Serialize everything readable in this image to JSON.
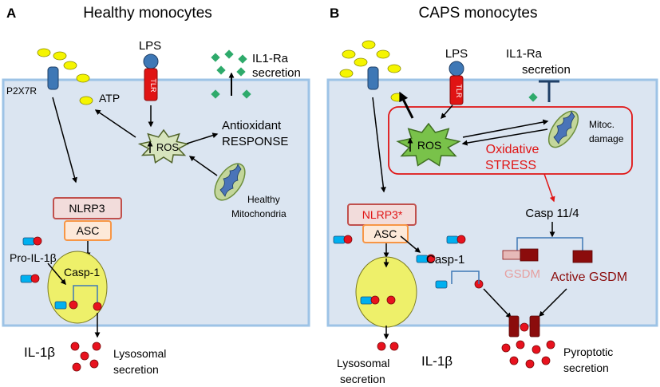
{
  "colors": {
    "cell_fill": "#dbe5f1",
    "cell_border": "#9dc3e6",
    "yellow": "#f5f500",
    "red_dot": "#e8121e",
    "blue_shape": "#00b0f0",
    "receptor_blue": "#3e78b6",
    "tlr_red": "#e01414",
    "nlrp3_fill": "#f2dcdb",
    "nlrp3_border": "#c0504d",
    "asc_fill": "#fde9d9",
    "asc_border": "#f79646",
    "ros_fill": "#d7e4bd",
    "ros_border": "#4f6228",
    "ros_green": "#79c24a",
    "il1ra_green": "#2eaa6b",
    "mito_fill": "#c3d69b",
    "mito_border": "#6d8f3e",
    "oxidative_red": "#e01414",
    "gsdm_light": "#e6b9b8",
    "gsdm_dark": "#8b0c0c",
    "gsdm_text_light": "#e6a0a0",
    "active_gsdm_text": "#8b0c0c",
    "casp1_fill": "#eef06a"
  },
  "panel_a": {
    "letter": "A",
    "title": "Healthy monocytes",
    "lps": "LPS",
    "tlr": "TLR",
    "il1ra_line1": "IL1-Ra",
    "il1ra_line2": "secretion",
    "p2x7r": "P2X7R",
    "atp": "ATP",
    "ros": "ROS",
    "antioxidant_line1": "Antioxidant",
    "antioxidant_line2": "RESPONSE",
    "mito_line1": "Healthy",
    "mito_line2": "Mitochondria",
    "nlrp3": "NLRP3",
    "asc": "ASC",
    "pro_il1b": "Pro-IL-1β",
    "casp1": "Casp-1",
    "il1b": "IL-1β",
    "lysosomal_line1": "Lysosomal",
    "lysosomal_line2": "secretion"
  },
  "panel_b": {
    "letter": "B",
    "title": "CAPS monocytes",
    "lps": "LPS",
    "tlr": "TLR",
    "il1ra_line1": "IL1-Ra",
    "il1ra_line2": "secretion",
    "ros": "ROS",
    "mitoc_line1": "Mitoc.",
    "mitoc_line2": "damage",
    "oxidative_line1": "Oxidative",
    "oxidative_line2": "STRESS",
    "nlrp3": "NLRP3*",
    "asc": "ASC",
    "casp1": "Casp-1",
    "casp114": "Casp 11/4",
    "gsdm": "GSDM",
    "active_gsdm": "Active GSDM",
    "lysosomal_line1": "Lysosomal",
    "lysosomal_line2": "secretion",
    "il1b": "IL-1β",
    "pyroptotic_line1": "Pyroptotic",
    "pyroptotic_line2": "secretion"
  }
}
